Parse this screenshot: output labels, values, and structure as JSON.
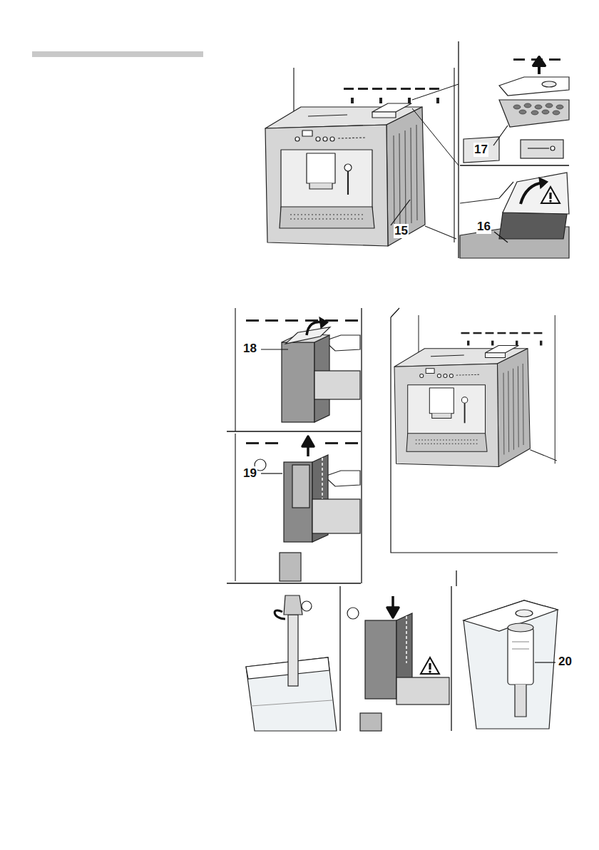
{
  "diagram": {
    "labels": [
      "15",
      "17",
      "16",
      "18",
      "19",
      "20"
    ]
  }
}
